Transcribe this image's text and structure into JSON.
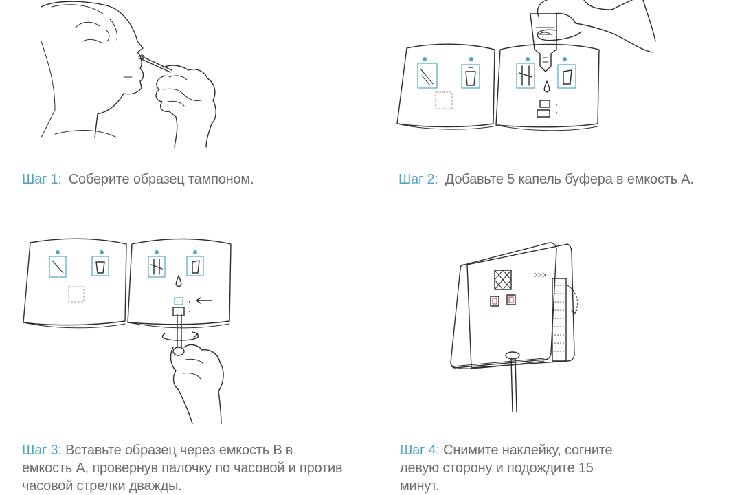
{
  "steps": [
    {
      "label": "Шаг 1:",
      "text": "Соберите образец тампоном."
    },
    {
      "label": "Шаг 2:",
      "text": "Добавьте 5 капель буфера в емкость А."
    },
    {
      "label": "Шаг 3:",
      "line1": "Вставьте образец через емкость В в",
      "line2": "емкость А, провернув палочку по часовой и против",
      "line3": "часовой стрелки дважды."
    },
    {
      "label": "Шаг 4:",
      "line1": "Снимите наклейку, согните",
      "line2": "левую сторону и подождите 15",
      "line3": "минут."
    }
  ],
  "colors": {
    "step_label": "#4fa6c4",
    "body_text": "#6d6d6d",
    "line_art": "#2e2e2e"
  }
}
